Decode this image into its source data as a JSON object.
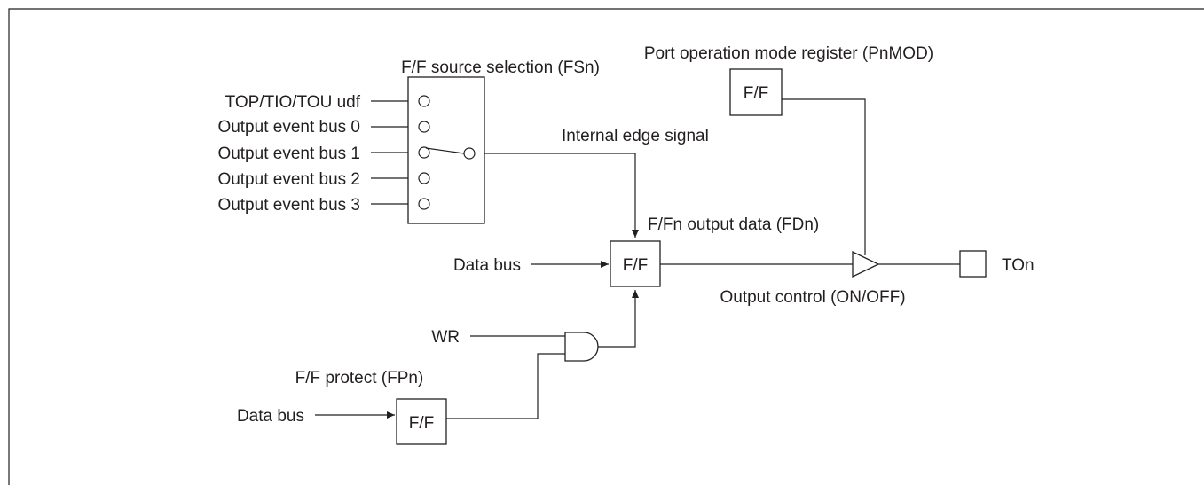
{
  "labels": {
    "fs_title": "F/F source selection (FSn)",
    "pmod_title": "Port operation mode register (PnMOD)",
    "inputs": [
      "TOP/TIO/TOU udf",
      "Output event bus 0",
      "Output event bus 1",
      "Output event bus 2",
      "Output event bus 3"
    ],
    "internal_edge": "Internal edge signal",
    "fd_output": "F/Fn output data (FDn)",
    "data_bus_1": "Data bus",
    "data_bus_2": "Data bus",
    "output_control": "Output control (ON/OFF)",
    "ton": "TOn",
    "wr": "WR",
    "fp_title": "F/F protect (FPn)",
    "ff_pmod": "F/F",
    "ff_main": "F/F",
    "ff_protect": "F/F"
  }
}
